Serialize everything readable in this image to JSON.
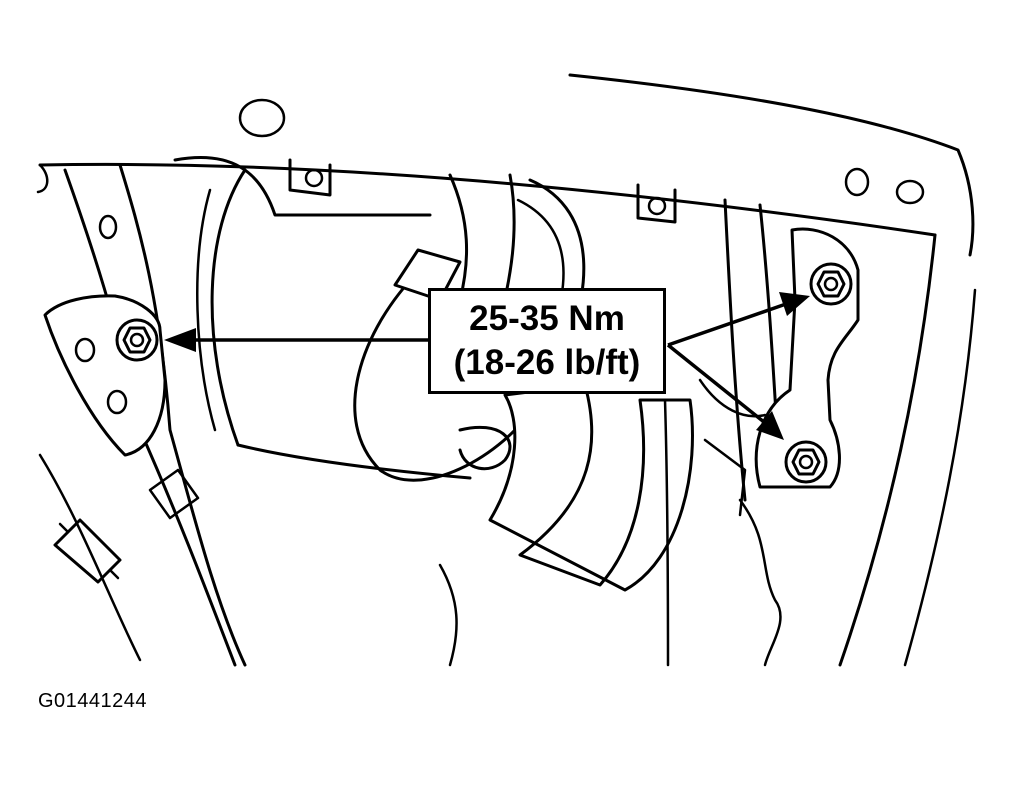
{
  "callout": {
    "torque_metric": "25-35 Nm",
    "torque_imperial": "(18-26 lb/ft)"
  },
  "figure_id": "G01441244",
  "colors": {
    "ink": "#000000",
    "paper": "#ffffff"
  },
  "icons": [
    "bolt-icon",
    "arrow-icon"
  ]
}
